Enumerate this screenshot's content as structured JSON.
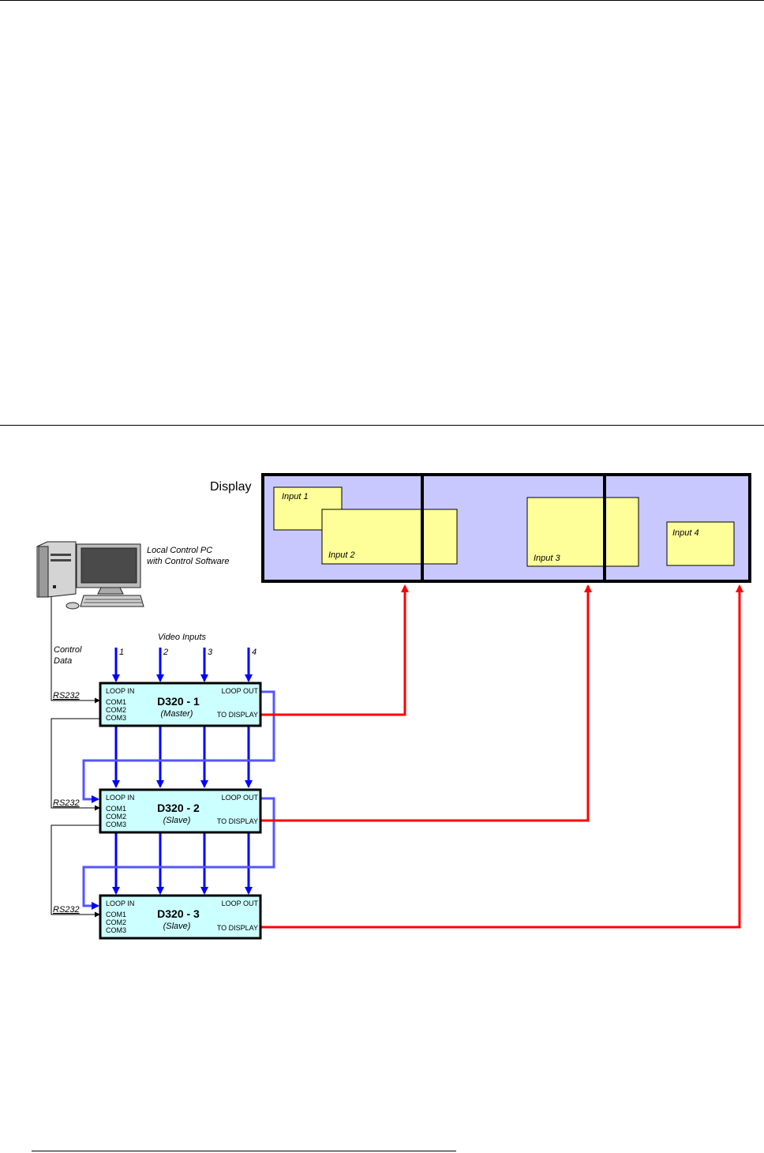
{
  "display": {
    "label": "Display",
    "inputs": [
      {
        "label": "Input 1"
      },
      {
        "label": "Input 2"
      },
      {
        "label": "Input 3"
      },
      {
        "label": "Input 4"
      }
    ]
  },
  "pc": {
    "label_line1": "Local Control PC",
    "label_line2": "with Control Software"
  },
  "control_data": {
    "line1": "Control",
    "line2": "Data"
  },
  "video_inputs": {
    "label": "Video Inputs",
    "numbers": [
      "1",
      "2",
      "3",
      "4"
    ]
  },
  "units": [
    {
      "name": "D320 - 1",
      "role": "(Master)",
      "rs232": "RS232",
      "loop_in": "LOOP IN",
      "loop_out": "LOOP OUT",
      "to_display": "TO DISPLAY",
      "com1": "COM1",
      "com2": "COM2",
      "com3": "COM3"
    },
    {
      "name": "D320 - 2",
      "role": "(Slave)",
      "rs232": "RS232",
      "loop_in": "LOOP IN",
      "loop_out": "LOOP OUT",
      "to_display": "TO DISPLAY",
      "com1": "COM1",
      "com2": "COM2",
      "com3": "COM3"
    },
    {
      "name": "D320 - 3",
      "role": "(Slave)",
      "rs232": "RS232",
      "loop_in": "LOOP IN",
      "loop_out": "LOOP OUT",
      "to_display": "TO DISPLAY",
      "com1": "COM1",
      "com2": "COM2",
      "com3": "COM3"
    }
  ],
  "colors": {
    "display_fill": "#c8c8ff",
    "input_fill": "#ffff99",
    "unit_fill": "#ccffff",
    "video_line": "#0000ff",
    "loop_line": "#5555ff",
    "display_line": "#ff0000"
  }
}
